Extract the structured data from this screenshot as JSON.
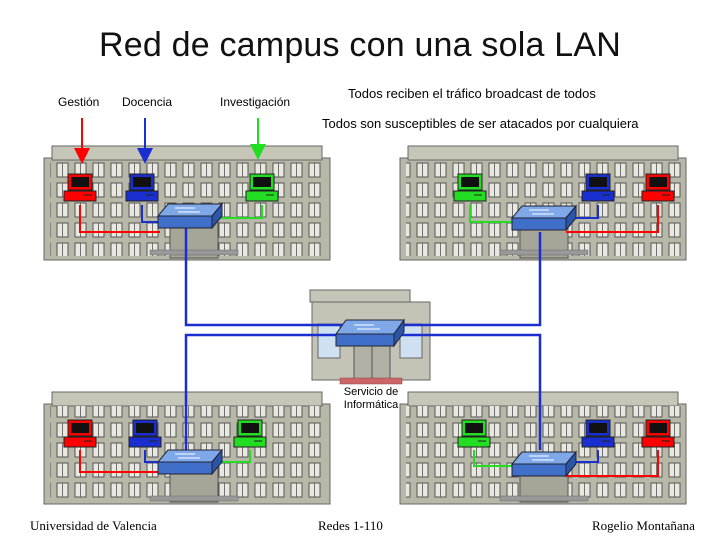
{
  "title": "Red de campus con una sola LAN",
  "dept_labels": [
    "Gestión",
    "Docencia",
    "Investigación"
  ],
  "notes": [
    "Todos reciben el tráfico broadcast de todos",
    "Todos son susceptibles de ser atacados por cualquiera"
  ],
  "service_label": [
    "Servicio de",
    "Informática"
  ],
  "footer": {
    "left": "Universidad de Valencia",
    "center": "Redes 1-110",
    "right": "Rogelio Montañana"
  },
  "colors": {
    "gestion": "#ff0000",
    "docencia": "#1a2fd0",
    "investigacion": "#22dd22",
    "backbone": "#1a2fd0",
    "building": "#b8b8a8",
    "switch": "#5a8bd8"
  },
  "icons": [
    "building-icon",
    "pc-icon",
    "switch-icon",
    "arrow-icon"
  ]
}
